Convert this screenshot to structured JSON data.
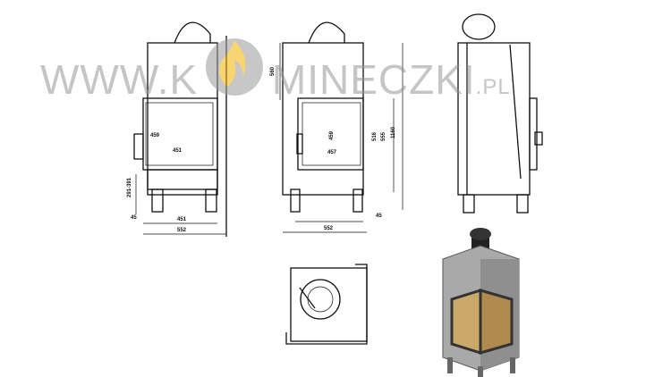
{
  "watermark": {
    "prefix": "WWW.K",
    "middle": "MINECZKI",
    "suffix": ".PL"
  },
  "front_view": {
    "dims": [
      "459",
      "451",
      "291-391",
      "45",
      "451",
      "552"
    ]
  },
  "side_view": {
    "dims": [
      "560",
      "459",
      "516",
      "555",
      "1160",
      "457",
      "45",
      "552"
    ]
  },
  "colors": {
    "flame": "#f5b400",
    "steel": "#a9a9a9",
    "glass": "#c9a86a"
  }
}
